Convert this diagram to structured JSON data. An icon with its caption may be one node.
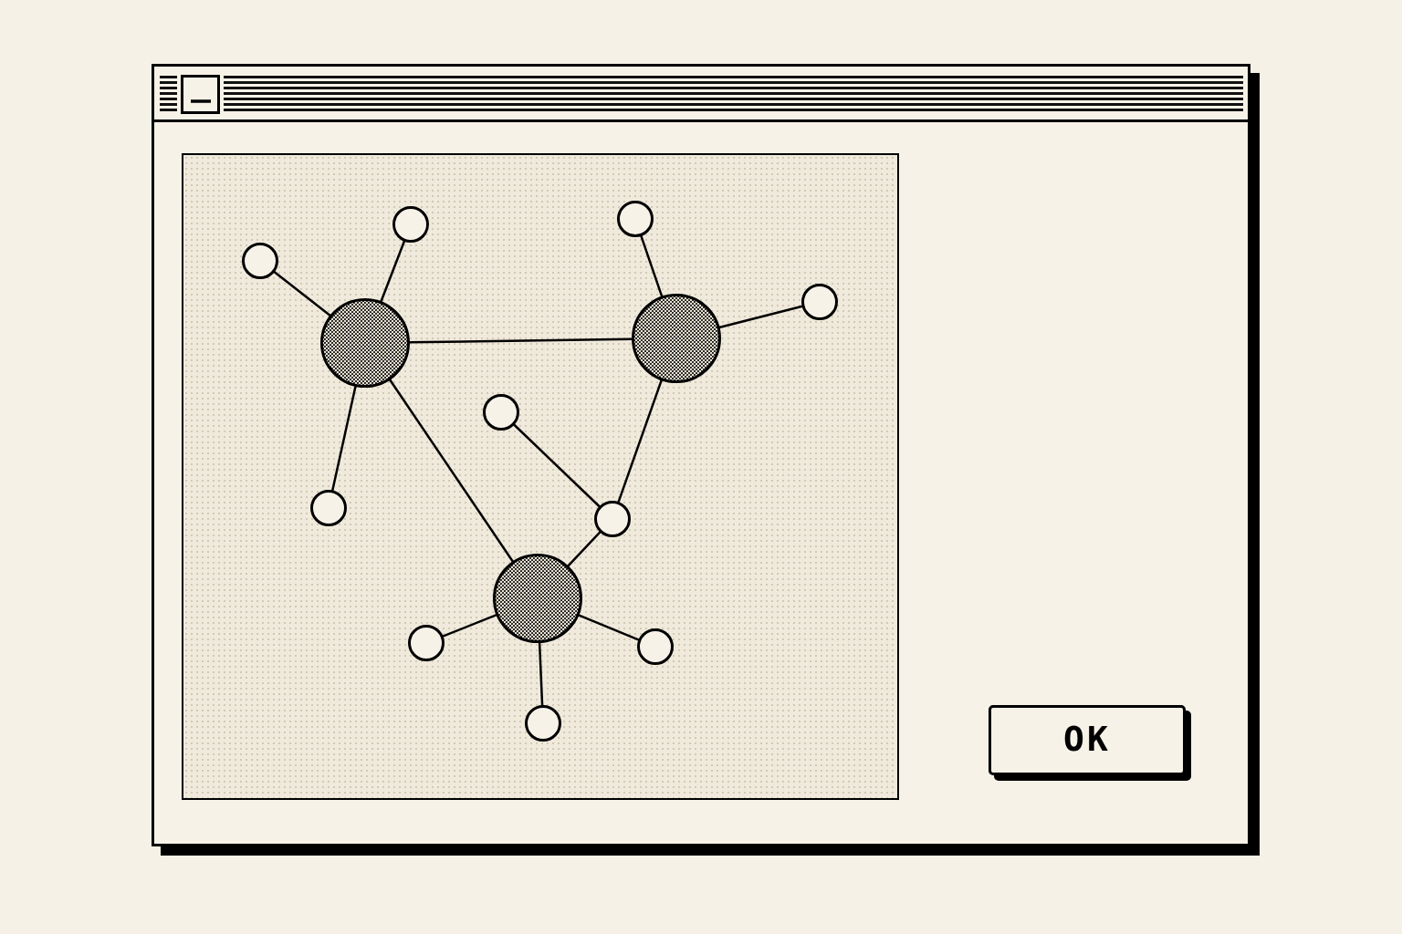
{
  "diagram": {
    "nodes": [
      {
        "text": [],
        "shape": "circle"
      },
      {
        "text": [],
        "shape": "circle"
      },
      {
        "text": [],
        "shape": "circle"
      },
      {
        "text": [],
        "shape": "circle"
      },
      {
        "text": [],
        "shape": "circle"
      },
      {
        "text": [],
        "shape": "circle"
      },
      {
        "text": [],
        "shape": "circle"
      },
      {
        "text": [],
        "shape": "circle"
      },
      {
        "text": [],
        "shape": "circle"
      },
      {
        "text": [],
        "shape": "circle"
      },
      {
        "text": [],
        "shape": "circle"
      },
      {
        "text": [],
        "shape": "circle"
      },
      {
        "text": [],
        "shape": "circle"
      },
      {
        "text": [
          "OK"
        ]
      }
    ],
    "edges": [
      {
        "from": 4,
        "to": 0,
        "arrow": "none"
      },
      {
        "from": 4,
        "to": 1,
        "arrow": "none"
      },
      {
        "from": 4,
        "to": 5,
        "arrow": "none"
      },
      {
        "from": 4,
        "to": 7,
        "arrow": "none"
      },
      {
        "from": 4,
        "to": 9,
        "arrow": "none"
      },
      {
        "from": 5,
        "to": 2,
        "arrow": "none"
      },
      {
        "from": 5,
        "to": 3,
        "arrow": "none"
      },
      {
        "from": 5,
        "to": 8,
        "arrow": "none"
      },
      {
        "from": 6,
        "to": 8,
        "arrow": "none"
      },
      {
        "from": 8,
        "to": 9,
        "arrow": "none"
      },
      {
        "from": 9,
        "to": 10,
        "arrow": "none"
      },
      {
        "from": 9,
        "to": 11,
        "arrow": "none"
      },
      {
        "from": 9,
        "to": 12,
        "arrow": "none"
      }
    ]
  }
}
